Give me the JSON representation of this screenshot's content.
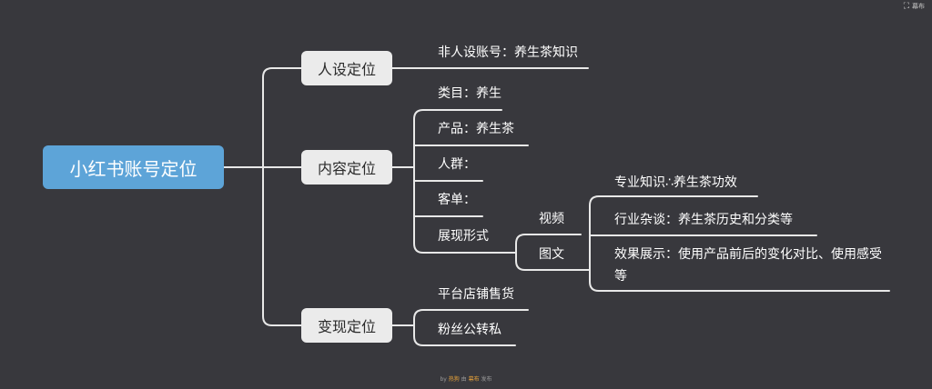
{
  "brand": {
    "icon": "mubu-logo-icon",
    "text": "幕布"
  },
  "root": {
    "label": "小红书账号定位",
    "color": "#5da4d8"
  },
  "branches": {
    "persona": {
      "label": "人设定位",
      "items": [
        "非人设账号：养生茶知识"
      ]
    },
    "content": {
      "label": "内容定位",
      "items": [
        "类目：养生",
        "产品：养生茶",
        "人群：",
        "客单：",
        "展现形式"
      ],
      "forms": {
        "video": {
          "label": "视频"
        },
        "image_text": {
          "label": "图文",
          "items": [
            "专业知识∴养生茶功效",
            "行业杂谈：养生茶历史和分类等",
            "效果展示：使用产品前后的变化对比、使用感受等"
          ]
        }
      }
    },
    "monetize": {
      "label": "变现定位",
      "items": [
        "平台店铺售货",
        "粉丝公转私"
      ]
    }
  },
  "footer": {
    "prefix": "by",
    "author": "热狗",
    "middle": "由",
    "brand": "幕布",
    "suffix": "发布"
  },
  "colors": {
    "background": "#38383d",
    "line": "#e8e8e8",
    "node": "#ebebeb"
  }
}
